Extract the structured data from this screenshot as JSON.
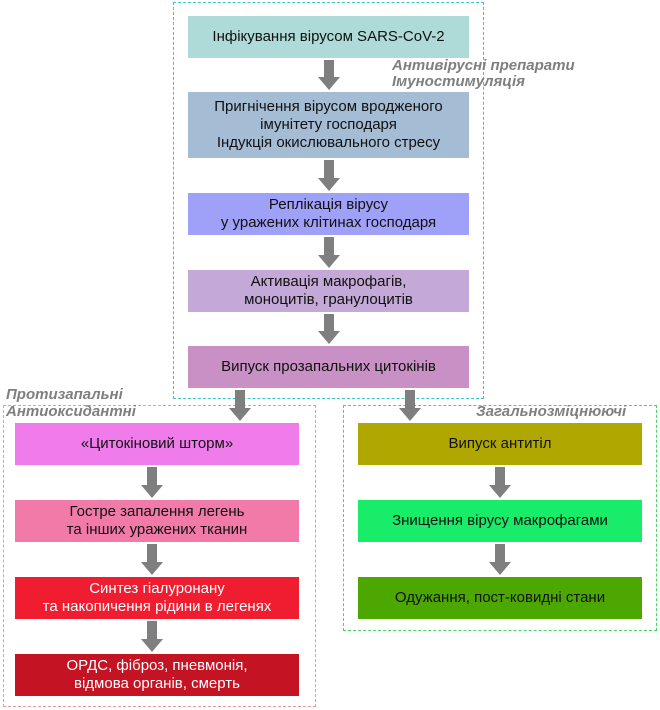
{
  "boxes": {
    "infection": {
      "text": "Інфікування вірусом SARS-CoV-2",
      "color": "#aedbd8"
    },
    "suppression": {
      "text": "Пригнічення вірусом вродженого\nімунітету господаря\nІндукція окислювального стресу",
      "color": "#a4bcd4"
    },
    "replication": {
      "text": "Реплікація вірусу\nу уражених клітинах господаря",
      "color": "#9fa0f8"
    },
    "activation": {
      "text": "Активація макрофагів,\nмоноцитів, гранулоцитів",
      "color": "#c4a8d8"
    },
    "release": {
      "text": "Випуск прозапальних цитокінів",
      "color": "#c890c4"
    },
    "storm": {
      "text": "«Цитокіновий шторм»",
      "color": "#f07cec"
    },
    "inflammation": {
      "text": "Гостре запалення легень\nта інших уражених тканин",
      "color": "#f27aa8"
    },
    "hyaluronan": {
      "text": "Синтез гіалуронану\nта накопичення рідини в легенях",
      "color": "#f01c30"
    },
    "ards": {
      "text": "ОРДС, фіброз, пневмонія,\nвідмова органів, смерть",
      "color": "#c41424"
    },
    "antibodies": {
      "text": "Випуск антитіл",
      "color": "#b0a800"
    },
    "destruction": {
      "text": "Знищення вірусу макрофагами",
      "color": "#18ec68"
    },
    "recovery": {
      "text": "Одужання, пост-ковидні стани",
      "color": "#4ca800"
    }
  },
  "labels": {
    "antiviral_line1": "Антивірусні препарати",
    "antiviral_line2": "Імуностимуляція",
    "antiinflammatory": "Протизапальні",
    "antioxidant": "Антиоксидантні",
    "general": "Загальнозміцнюючі"
  },
  "colors": {
    "arrow": "#7f7f7f",
    "label": "#7f7f7f",
    "top_border": "#3cc4c4",
    "left_border": "#e69aa8",
    "right_border": "#4cd46a"
  }
}
